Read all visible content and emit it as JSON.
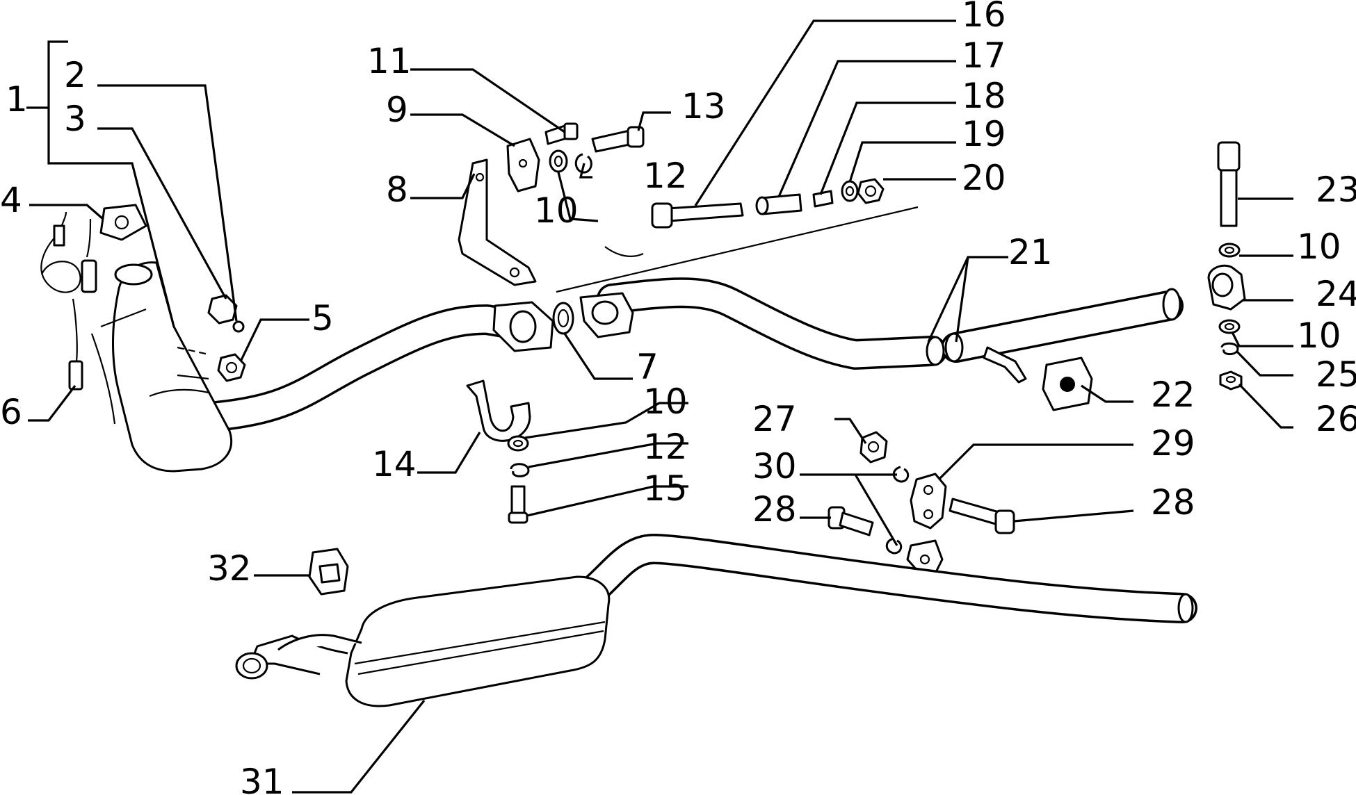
{
  "diagram": {
    "colors": {
      "ink": "#000000",
      "paper": "#ffffff"
    },
    "callouts": [
      {
        "id": "c1",
        "text": "1"
      },
      {
        "id": "c2",
        "text": "2"
      },
      {
        "id": "c3",
        "text": "3"
      },
      {
        "id": "c4",
        "text": "4"
      },
      {
        "id": "c5",
        "text": "5"
      },
      {
        "id": "c6",
        "text": "6"
      },
      {
        "id": "c7",
        "text": "7"
      },
      {
        "id": "c8",
        "text": "8"
      },
      {
        "id": "c9",
        "text": "9"
      },
      {
        "id": "c10a",
        "text": "10"
      },
      {
        "id": "c10b",
        "text": "10"
      },
      {
        "id": "c10c",
        "text": "10"
      },
      {
        "id": "c10d",
        "text": "10"
      },
      {
        "id": "c11",
        "text": "11"
      },
      {
        "id": "c12a",
        "text": "12"
      },
      {
        "id": "c12b",
        "text": "12"
      },
      {
        "id": "c13",
        "text": "13"
      },
      {
        "id": "c14",
        "text": "14"
      },
      {
        "id": "c15",
        "text": "15"
      },
      {
        "id": "c16",
        "text": "16"
      },
      {
        "id": "c17",
        "text": "17"
      },
      {
        "id": "c18",
        "text": "18"
      },
      {
        "id": "c19",
        "text": "19"
      },
      {
        "id": "c20",
        "text": "20"
      },
      {
        "id": "c21",
        "text": "21"
      },
      {
        "id": "c22",
        "text": "22"
      },
      {
        "id": "c23",
        "text": "23"
      },
      {
        "id": "c24",
        "text": "24"
      },
      {
        "id": "c25",
        "text": "25"
      },
      {
        "id": "c26",
        "text": "26"
      },
      {
        "id": "c27",
        "text": "27"
      },
      {
        "id": "c28a",
        "text": "28"
      },
      {
        "id": "c28b",
        "text": "28"
      },
      {
        "id": "c29",
        "text": "29"
      },
      {
        "id": "c30",
        "text": "30"
      },
      {
        "id": "c31",
        "text": "31"
      },
      {
        "id": "c32",
        "text": "32"
      }
    ]
  }
}
